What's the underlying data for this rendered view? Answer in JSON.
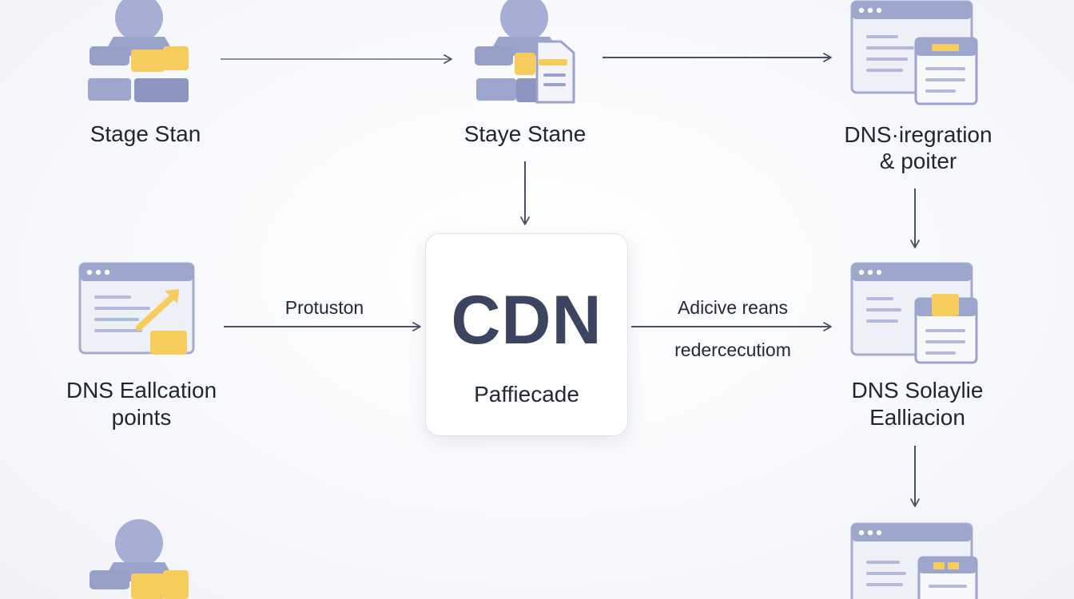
{
  "nodes": {
    "stage_stan": {
      "label": "Stage Stan"
    },
    "staye_stane": {
      "label": "Staye Stane"
    },
    "dns_iregration": {
      "label_line1": "DNS·iregration",
      "label_line2": "& poiter"
    },
    "dns_eallcation": {
      "label_line1": "DNS Eallcation",
      "label_line2": "points"
    },
    "cdn": {
      "title": "CDN",
      "subtitle": "Paffiecade"
    },
    "dns_solaylie": {
      "label_line1": "DNS Solaylie",
      "label_line2": "Ealliacion"
    }
  },
  "edges": {
    "protuston": "Protuston",
    "adicive_reans": "Adicive reans",
    "redercecutiom": "redercecutiom"
  },
  "colors": {
    "icon_blue": "#9ba5cc",
    "icon_blue_dark": "#8891bd",
    "icon_yellow": "#f6cd5c",
    "window_bar": "#9da6cc",
    "window_fill": "#eef0f8",
    "arrow": "#4a5163"
  }
}
